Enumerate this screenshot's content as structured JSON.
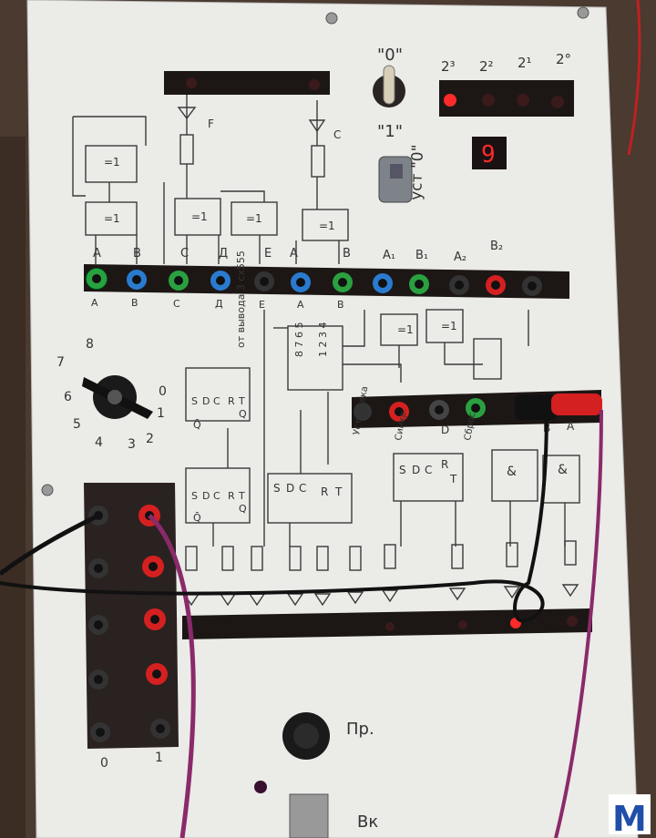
{
  "panel": {
    "bg": "#e9e9e6",
    "line_color": "#3a3a3a",
    "strip_color": "#1c1715",
    "led_on": "#ff2a2a",
    "led_off": "#3a1a1a"
  },
  "top_labels": {
    "exp_2_3": "2³",
    "exp_2_2": "2²",
    "exp_2_1": "2¹",
    "exp_2_0": "2°"
  },
  "switch_labels": {
    "zero": "\"0\"",
    "one": "\"1\"",
    "reset": "уст \"0\""
  },
  "seven_segment": {
    "value": "9"
  },
  "gate_labels": {
    "xor": "=1",
    "and": "&",
    "diode_c": "C",
    "diode_f": "F"
  },
  "upper_jack_labels": [
    "A",
    "B",
    "C",
    "Д",
    "E",
    "A",
    "B",
    "A₁",
    "B₁",
    "A₂",
    "B₂"
  ],
  "faded_jack_labels": [
    "A",
    "B",
    "C",
    "Д",
    "E",
    "A",
    "B"
  ],
  "rotary": {
    "labels": [
      "8",
      "7",
      "6",
      "5",
      "4",
      "3",
      "2",
      "1",
      "0"
    ]
  },
  "timer_note": "от вывода 3 сх555",
  "chip_pins": {
    "top": "8 7 6 5",
    "bottom": "1 2 3 4"
  },
  "flipflop_labels": {
    "s": "S",
    "d": "D",
    "c": "C",
    "r": "R",
    "t": "T",
    "q": "Q",
    "q_bar": "Q̄"
  },
  "lower_jack_labels": [
    "Установка",
    "Синхр.",
    "D",
    "Сброс",
    "B",
    "A"
  ],
  "power": {
    "on": "Вк",
    "pr": "Пр."
  },
  "corner_labels": {
    "one": "1",
    "zero": "0"
  },
  "watermark": "M",
  "cables": {
    "magenta": "#8a2a6a",
    "black": "#111111",
    "red": "#d42020"
  }
}
